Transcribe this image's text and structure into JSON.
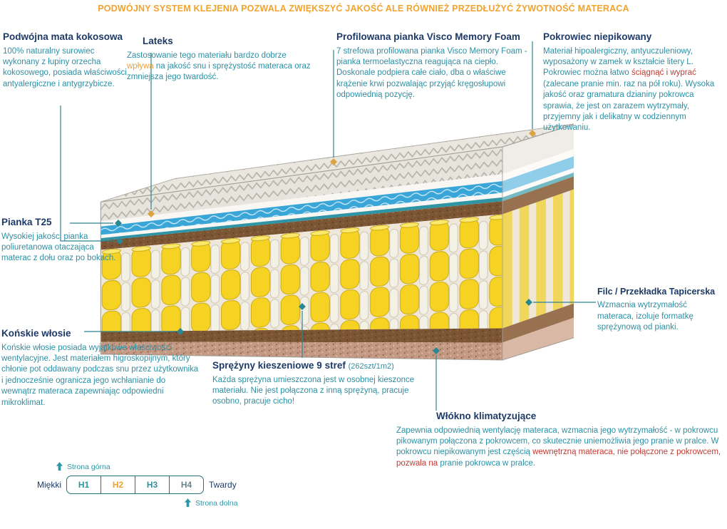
{
  "header": {
    "title": "PODWÓJNY SYSTEM KLEJENIA POZWALA ZWIĘKSZYĆ JAKOŚĆ ALE RÓWNIEŻ PRZEDŁUŻYĆ ŻYWOTNOŚĆ MATERACA"
  },
  "blocks": {
    "coco": {
      "title": "Podwójna mata kokosowa",
      "body": "100% naturalny surowiec wykonany z łupiny orzecha kokosowego, posiada właściwości antyalergiczne i antygrzybicze."
    },
    "lateks": {
      "title": "Lateks",
      "rich": [
        {
          "t": "Zastosowanie tego materiału bardzo dobrze ",
          "c": "teal"
        },
        {
          "t": "wpływa",
          "c": "orange"
        },
        {
          "t": " na jakość snu i sprężystość materaca oraz zmniejsza jego twardość.",
          "c": "teal"
        }
      ]
    },
    "visco": {
      "title": "Profilowana pianka Visco Memory Foam",
      "body": "7 strefowa profilowana pianka Visco Memory Foam - pianka termoelastyczna reagująca na ciepło. Doskonale podpiera całe ciało, dba o właściwe krążenie krwi pozwalając przyjąć kręgosłupowi odpowiednią pozycję."
    },
    "pokrowiec": {
      "title": "Pokrowiec niepikowany",
      "rich": [
        {
          "t": "Materiał hipoalergiczny, antyuczuleniowy, wyposażony w zamek w kształcie litery L. Pokrowiec można łatwo ",
          "c": "teal"
        },
        {
          "t": "ściągnąć i wyprać",
          "c": "red"
        },
        {
          "t": " (zalecane pranie min. raz na pół roku). Wysoka jakość oraz gramatura dzianiny pokrowca sprawia, że jest on zarazem wytrzymały, przyjemny jak i delikatny w codziennym użytkowaniu.",
          "c": "teal"
        }
      ]
    },
    "pianka": {
      "title": "Pianka T25",
      "body": "Wysokiej jakości pianka poliuretanowa otaczająca materac z dołu oraz po bokach."
    },
    "konskie": {
      "title": "Końskie włosie",
      "body": "Końskie włosie posiada wyjątkowe właściwości wentylacyjne. Jest materiałem higroskopijnym, który chłonie pot oddawany podczas snu przez użytkownika i jednocześnie ogranicza jego wchłanianie do wewnątrz materaca zapewniając odpowiedni mikroklimat."
    },
    "sprezyny": {
      "title": "Sprężyny kieszeniowe 9 stref",
      "count": "(262szt/1m2)",
      "body": "Każda sprężyna umieszczona jest w osobnej kieszonce materiału. Nie jest połączona z inną sprężyną, pracuje osobno, pracuje cicho!"
    },
    "filc": {
      "title": "Filc / Przekładka Tapicerska",
      "body": "Wzmacnia wytrzymałość materaca, izoluje formatkę sprężynową od pianki."
    },
    "wlokno": {
      "title": "Włókno klimatyzujące",
      "rich": [
        {
          "t": "Zapewnia odpowiednią wentylację materaca, wzmacnia jego wytrzymałość - w pokrowcu pikowanym połączona z pokrowcem, co skutecznie uniemożliwia jego pranie w pralce. W pokrowcu niepikowanym jest częścią ",
          "c": "teal"
        },
        {
          "t": "wewnętrzną materaca, nie połączone z pokrowcem, pozwala na",
          "c": "red"
        },
        {
          "t": " pranie pokrowca w pralce.",
          "c": "teal"
        }
      ]
    }
  },
  "scale": {
    "side_top": "Strona górna",
    "side_bottom": "Strona dolna",
    "soft": "Miękki",
    "hard": "Twardy",
    "levels": [
      {
        "label": "H1",
        "color": "#2f95a5"
      },
      {
        "label": "H2",
        "color": "#f0a230"
      },
      {
        "label": "H3",
        "color": "#2f95a5"
      },
      {
        "label": "H4",
        "color": "#67858f"
      }
    ]
  },
  "colors": {
    "header_orange": "#f0a32e",
    "heading_navy": "#1e3a66",
    "body_teal": "#2e8fa3",
    "accent_red": "#c23a32",
    "line_teal": "#2f8290",
    "diamond_gold": "#dba43e",
    "spring_yellow": "#f6d322",
    "coco_brown": "#7c5634",
    "wave_blue": "#3aa6d8"
  }
}
